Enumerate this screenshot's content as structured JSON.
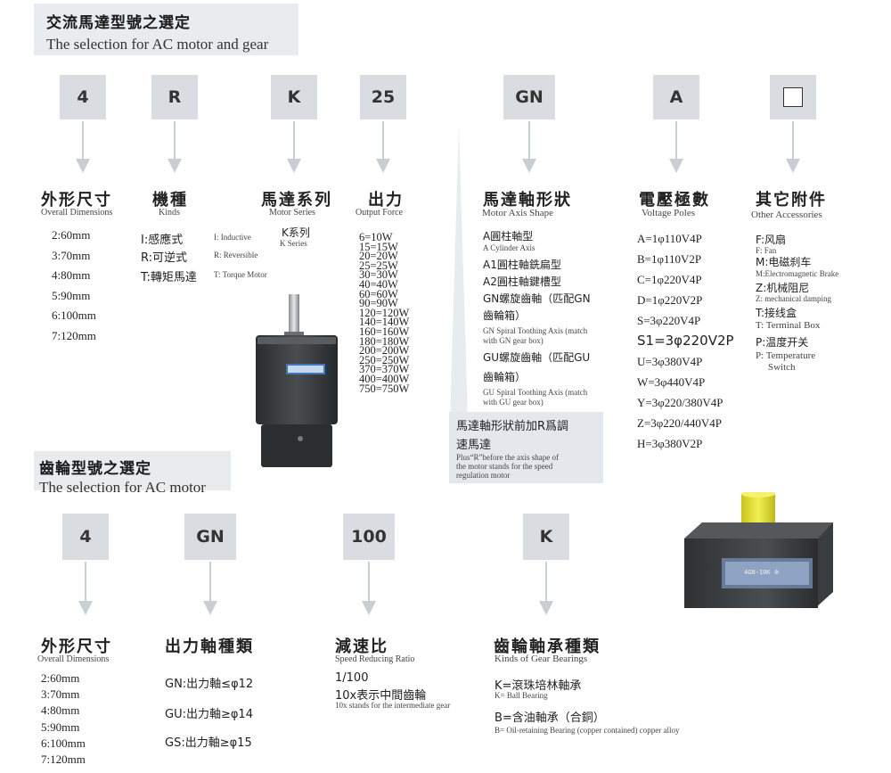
{
  "ac_section": {
    "header_cn": "交流馬達型號之選定",
    "header_en": "The selection for AC motor and gear",
    "codes": [
      "4",
      "R",
      "K",
      "25",
      "GN",
      "A"
    ],
    "overall": {
      "cn": "外形尺寸",
      "en": "Overall Dimensions",
      "items": [
        "2:60mm",
        "3:70mm",
        "4:80mm",
        "5:90mm",
        "6:100mm",
        "7:120mm"
      ]
    },
    "kinds": {
      "cn": "機種",
      "en": "Kinds",
      "items": [
        {
          "cn": "I:感應式",
          "en": "I: Inductive"
        },
        {
          "cn": "R:可逆式",
          "en": "R: Reversible"
        },
        {
          "cn": "T:轉矩馬達",
          "en": "T: Torque Motor"
        }
      ]
    },
    "series": {
      "cn": "馬達系列",
      "en": "Motor Series",
      "item_cn": "K系列",
      "item_en": "K Series"
    },
    "output": {
      "cn": "出力",
      "en": "Output Force",
      "items": [
        "6=10W",
        "15=15W",
        "20=20W",
        "25=25W",
        "30=30W",
        "40=40W",
        "60=60W",
        "90=90W",
        "120=120W",
        "140=140W",
        "160=160W",
        "180=180W",
        "200=200W",
        "250=250W",
        "370=370W",
        "400=400W",
        "750=750W"
      ]
    },
    "axis": {
      "cn": "馬達軸形狀",
      "en": "Motor Axis Shape",
      "a_cn": "A圓柱軸型",
      "a_en": "A Cylinder Axis",
      "a1_cn": "A1圓柱軸銑扁型",
      "a2_cn": "A2圓柱軸鍵槽型",
      "gn_cn1": "GN螺旋齒軸（匹配GN",
      "gn_cn2": "齒輪箱）",
      "gn_en1": "GN Spiral Toothing Axis (match",
      "gn_en2": "with GN gear box)",
      "gu_cn1": "GU螺旋齒軸（匹配GU",
      "gu_cn2": "齒輪箱）",
      "gu_en1": "GU Spiral Toothing Axis (match",
      "gu_en2": "with GU gear box)"
    },
    "note": {
      "cn1": "馬達軸形狀前加R爲調",
      "cn2": "速馬達",
      "en1": "Plus“R”before the axis shape of",
      "en2": "the motor stands for the speed",
      "en3": "regulation motor"
    },
    "voltage": {
      "cn": "電壓極數",
      "en": "Voltage Poles",
      "items": [
        "A=1φ110V4P",
        "B=1φ110V2P",
        "C=1φ220V4P",
        "D=1φ220V2P",
        "S=3φ220V4P",
        "S1=3φ220V2P",
        "U=3φ380V4P",
        "W=3φ440V4P",
        "Y=3φ220/380V4P",
        "Z=3φ220/440V4P",
        "H=3φ380V2P"
      ]
    },
    "accessories": {
      "cn": "其它附件",
      "en": "Other Accessories",
      "f_cn": "F:风扇",
      "f_en": "F: Fan",
      "m_cn": "M:电磁刹车",
      "m_en": "M:Electromagnetic Brake",
      "z_cn": "Z:机械阻尼",
      "z_en": "Z:  mechanical damping",
      "t_cn": "T:接线盒",
      "t_en": "T: Terminal Box",
      "p_cn": "P:温度开关",
      "p_en1": "P: Temperature",
      "p_en2": "Switch"
    }
  },
  "gear_section": {
    "header_cn": "齒輪型號之選定",
    "header_en": "The selection for AC motor",
    "codes": [
      "4",
      "GN",
      "100",
      "K"
    ],
    "overall": {
      "cn": "外形尺寸",
      "en": "Overall Dimensions",
      "items": [
        "2:60mm",
        "3:70mm",
        "4:80mm",
        "5:90mm",
        "6:100mm",
        "7:120mm"
      ]
    },
    "shaft": {
      "cn": "出力軸種類",
      "items": [
        "GN:出力軸≤φ12",
        "GU:出力軸≥φ14",
        "GS:出力軸≥φ15"
      ]
    },
    "ratio": {
      "cn": "減速比",
      "en": "Speed Reducing Ratio",
      "line1": "1/100",
      "line2": "10x表示中間齒輪",
      "line3": "10x stands for the intermediate gear"
    },
    "bearing": {
      "cn": "齒輪軸承種類",
      "en": "Kinds of Gear Bearings",
      "k_cn": "K=滾珠培林軸承",
      "k_en": "K= Ball Bearing",
      "b_cn": "B=含油軸承（合銅）",
      "b_en": "B= Oil-retaining Bearing (copper contained) copper alloy"
    },
    "gear_label": "4GN-10K",
    "gear_label_suffix": "※"
  },
  "colors": {
    "header_bg": "#e9ecef",
    "box_bg": "#d9dde2",
    "arrow": "#c9ced3",
    "note_bg": "#e4e8ec",
    "gear_yellow": "#e6e02a"
  }
}
